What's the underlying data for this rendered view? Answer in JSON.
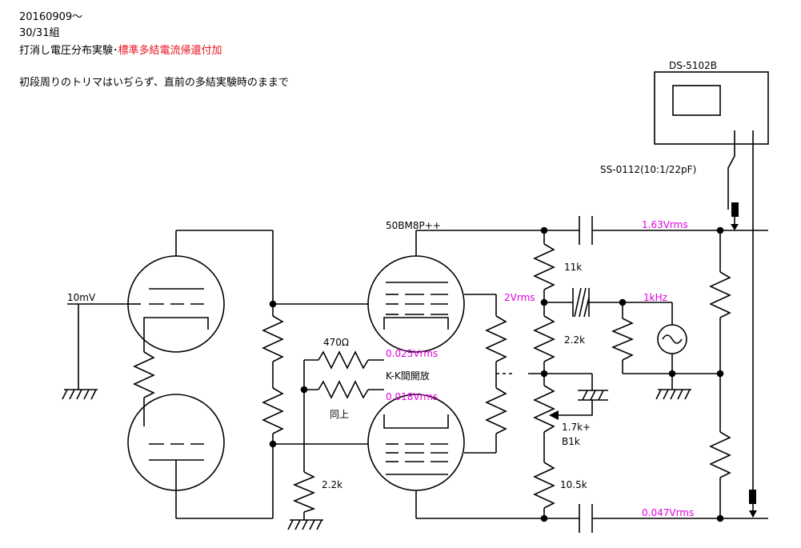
{
  "header": {
    "line1": "20160909～",
    "line2": "30/31組",
    "line3_prefix": "打消し電圧分布実験･",
    "line3_highlight": "標準多結電流帰還付加",
    "line4": "初段周りのトリマはいぢらず、直前の多結実験時のままで"
  },
  "labels": {
    "oscilloscope": "DS-5102B",
    "probe": "SS-0112(10:1/22pF)",
    "tube_type": "50BM8P++",
    "input": "10mV",
    "r_470": "470Ω",
    "r_same": "同上",
    "kk_open": "K-K間開放",
    "r_2k2_left": "2.2k",
    "r_11k": "11k",
    "r_2k2_right": "2.2k",
    "r_trim": "1.7k+",
    "r_trim2": "B1k",
    "r_10k5": "10.5k",
    "v_top_out": "1.63Vrms",
    "v_2v": "2Vrms",
    "freq": "1kHz",
    "v_kk1": "0.025Vrms",
    "v_kk2": "0.018Vrms",
    "v_bot_out": "0.047Vrms"
  },
  "colors": {
    "accent_red": "#e8111e",
    "measure_magenta": "#e000e0",
    "line": "#000000"
  }
}
